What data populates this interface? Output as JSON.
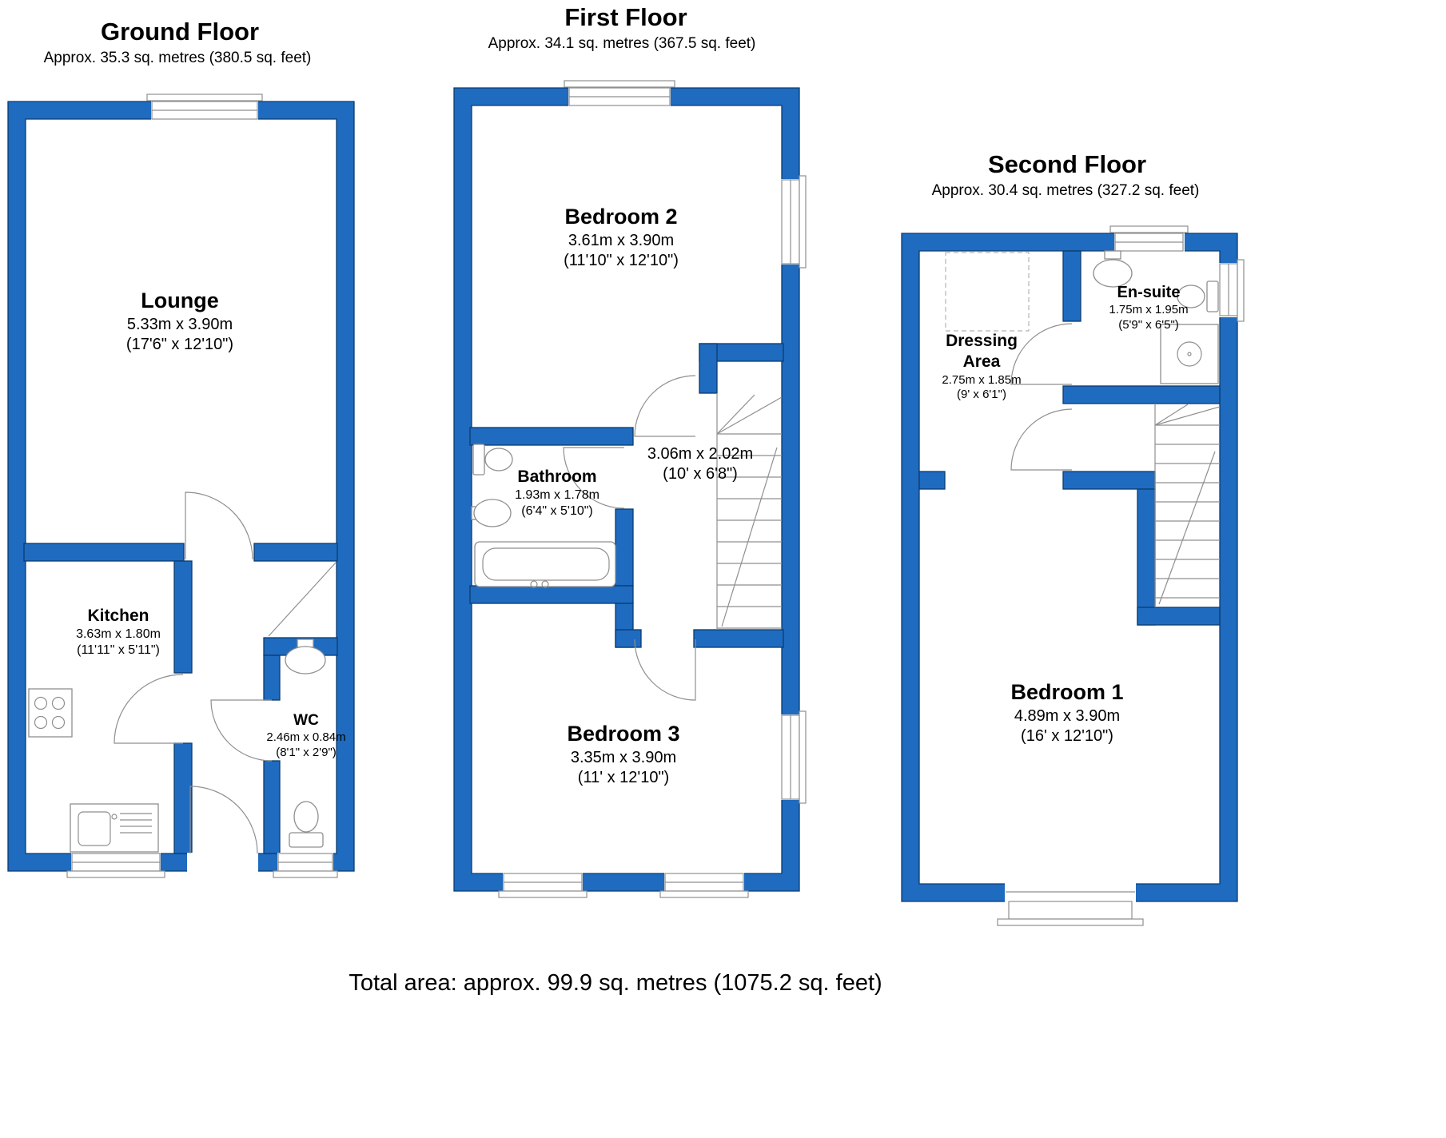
{
  "colors": {
    "wall_fill": "#1f6bbf",
    "wall_stroke": "#0d3c6e",
    "line": "#8f8f8f",
    "background": "#ffffff",
    "text": "#000000"
  },
  "floors": [
    {
      "id": "ground",
      "title": "Ground Floor",
      "subtitle": "Approx. 35.3 sq. metres (380.5 sq. feet)",
      "rooms": [
        {
          "name": "Lounge",
          "metric": "5.33m x 3.90m",
          "imperial": "(17'6\" x 12'10\")"
        },
        {
          "name": "Kitchen",
          "metric": "3.63m x 1.80m",
          "imperial": "(11'11\" x 5'11\")"
        },
        {
          "name": "WC",
          "metric": "2.46m x 0.84m",
          "imperial": "(8'1\" x 2'9\")"
        }
      ]
    },
    {
      "id": "first",
      "title": "First Floor",
      "subtitle": "Approx. 34.1 sq. metres (367.5 sq. feet)",
      "rooms": [
        {
          "name": "Bedroom 2",
          "metric": "3.61m x 3.90m",
          "imperial": "(11'10\" x 12'10\")"
        },
        {
          "name": "Bathroom",
          "metric": "1.93m x 1.78m",
          "imperial": "(6'4\" x 5'10\")"
        },
        {
          "name": "",
          "metric": "3.06m x 2.02m",
          "imperial": "(10' x 6'8\")"
        },
        {
          "name": "Bedroom 3",
          "metric": "3.35m x 3.90m",
          "imperial": "(11' x 12'10\")"
        }
      ]
    },
    {
      "id": "second",
      "title": "Second Floor",
      "subtitle": "Approx. 30.4 sq. metres (327.2 sq. feet)",
      "rooms": [
        {
          "name": "Dressing Area",
          "metric": "2.75m x 1.85m",
          "imperial": "(9' x 6'1\")"
        },
        {
          "name": "En-suite",
          "metric": "1.75m x 1.95m",
          "imperial": "(5'9\" x 6'5\")"
        },
        {
          "name": "Bedroom 1",
          "metric": "4.89m x 3.90m",
          "imperial": "(16' x 12'10\")"
        }
      ]
    }
  ],
  "footer": {
    "total_area": "Total area: approx. 99.9 sq. metres (1075.2 sq. feet)"
  }
}
